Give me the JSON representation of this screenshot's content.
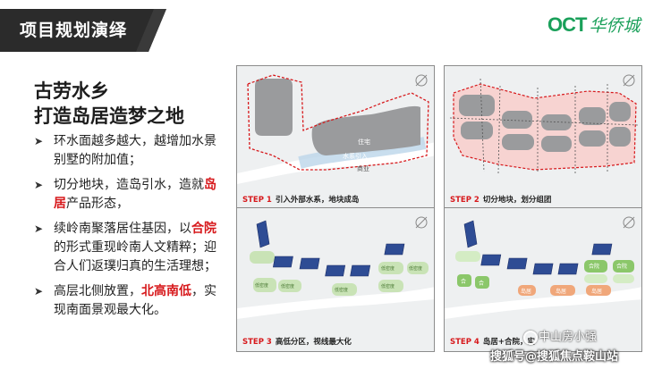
{
  "header": {
    "title": "项目规划演绎"
  },
  "logo": {
    "oct": "OCT",
    "cn": "华侨城"
  },
  "colors": {
    "accent_green": "#1aa05a",
    "banner_dark": "#2b2b2b",
    "highlight_red": "#d7191c"
  },
  "left": {
    "headline_line1": "古劳水乡",
    "headline_line2": "打造岛居造梦之地",
    "bullets": [
      {
        "a": "环水面越多越大，越增加水景别墅的附加值；"
      },
      {
        "a": "切分地块，造岛引水，造就",
        "hl": "岛居",
        "b": "产品形态，"
      },
      {
        "a": "续岭南聚落居住基因，以",
        "hl": "合院",
        "b": "的形式重现岭南人文精粹；迎合人们返璞归真的生活理想；"
      },
      {
        "a": "高层北侧放置，",
        "hl": "北高南低",
        "b": "，实现南面景观最大化。"
      }
    ]
  },
  "steps": [
    {
      "no": "STEP 1",
      "desc": "引入外部水系，地块成岛",
      "labels": {
        "zhuzhai": "住宅",
        "shuixi": "水系引入",
        "shangye": "商业"
      }
    },
    {
      "no": "STEP 2",
      "desc": "切分地块，划分组团"
    },
    {
      "no": "STEP 3",
      "desc": "高低分区，视线最大化",
      "labels": [
        "低密度",
        "低密度",
        "低密度",
        "低密度",
        "低密度",
        "低密度"
      ]
    },
    {
      "no": "STEP 4",
      "desc": "岛居+合院，实",
      "labels": [
        "合",
        "合",
        "合院",
        "合院",
        "岛居",
        "岛居",
        "岛居"
      ]
    }
  ],
  "watermark": {
    "line1": "中山房小强",
    "line2": "搜狐号@搜狐焦点鞍山站"
  }
}
